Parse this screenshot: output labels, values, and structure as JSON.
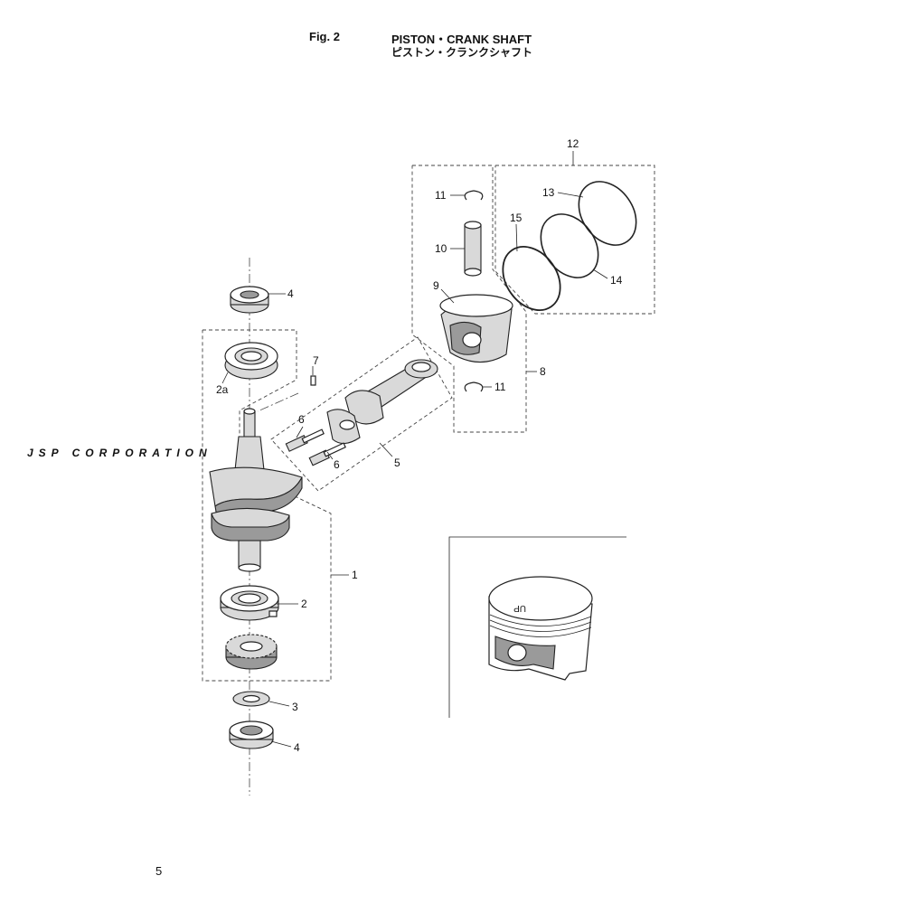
{
  "header": {
    "fig_label": "Fig. 2",
    "title": "PISTON・CRANK SHAFT",
    "title_jp": "ピストン・クランクシャフト"
  },
  "watermark": "JSP CORPORATION",
  "page_number": "5",
  "callouts": {
    "c1": "1",
    "c2": "2",
    "c2a": "2a",
    "c3": "3",
    "c4_top": "4",
    "c4_bottom": "4",
    "c5": "5",
    "c6_upper": "6",
    "c6_lower": "6",
    "c7": "7",
    "c8": "8",
    "c9": "9",
    "c10": "10",
    "c11_top": "11",
    "c11_bottom": "11",
    "c12": "12",
    "c13": "13",
    "c14": "14",
    "c15": "15"
  },
  "inset": {
    "piston_marking": "UP"
  }
}
